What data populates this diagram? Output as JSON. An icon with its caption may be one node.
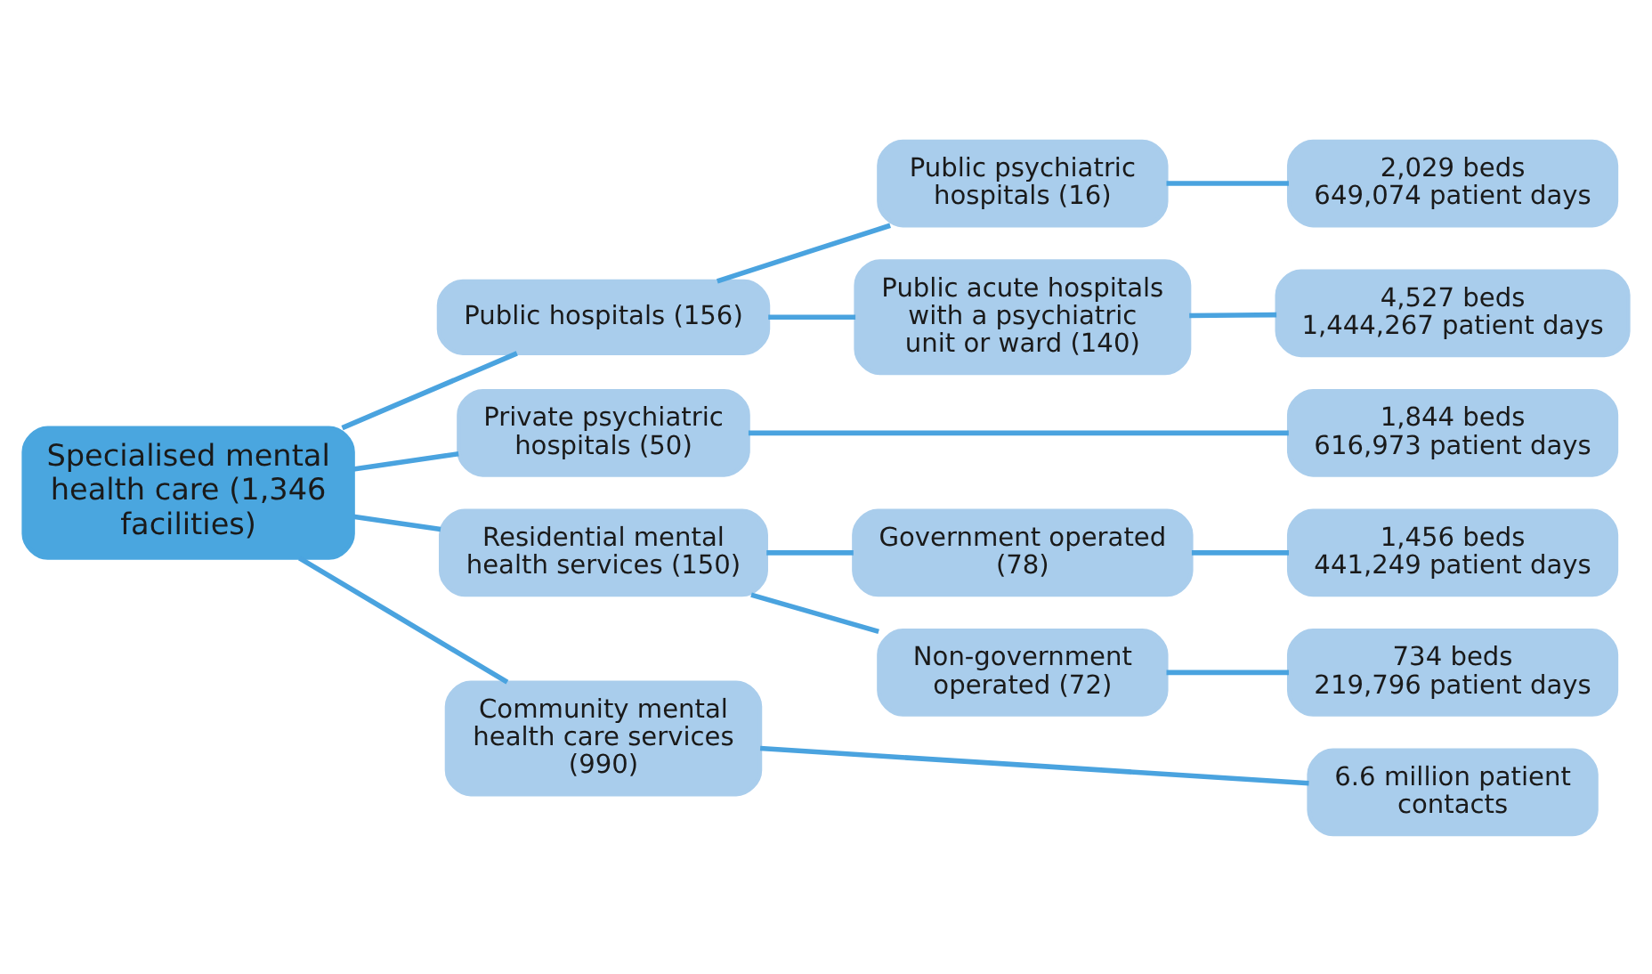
{
  "diagram": {
    "nodes": [
      {
        "text": [
          "Specialised mental health care (1,346 facilities)"
        ]
      },
      {
        "text": [
          "Public hospitals (156)"
        ]
      },
      {
        "text": [
          "Private psychiatric hospitals (50)"
        ]
      },
      {
        "text": [
          "Residential mental health services (150)"
        ]
      },
      {
        "text": [
          "Community mental health care services (990)"
        ]
      },
      {
        "text": [
          "Public psychiatric hospitals (16)"
        ]
      },
      {
        "text": [
          "Public acute hospitals with a psychiatric unit or ward (140)"
        ]
      },
      {
        "text": [
          "Government operated (78)"
        ]
      },
      {
        "text": [
          "Non-government operated (72)"
        ]
      },
      {
        "text": [
          "2,029 beds",
          "649,074 patient days"
        ]
      },
      {
        "text": [
          "4,527 beds",
          "1,444,267 patient days"
        ]
      },
      {
        "text": [
          "1,844 beds",
          "616,973 patient days"
        ]
      },
      {
        "text": [
          "1,456 beds",
          "441,249 patient days"
        ]
      },
      {
        "text": [
          "734 beds",
          "219,796 patient days"
        ]
      },
      {
        "text": [
          "6.6 million patient contacts"
        ]
      }
    ],
    "edges": [
      {
        "from": 0,
        "to": 1,
        "arrow": "none"
      },
      {
        "from": 0,
        "to": 2,
        "arrow": "none"
      },
      {
        "from": 0,
        "to": 3,
        "arrow": "none"
      },
      {
        "from": 0,
        "to": 4,
        "arrow": "none"
      },
      {
        "from": 1,
        "to": 5,
        "arrow": "none"
      },
      {
        "from": 1,
        "to": 6,
        "arrow": "none"
      },
      {
        "from": 3,
        "to": 7,
        "arrow": "none"
      },
      {
        "from": 3,
        "to": 8,
        "arrow": "none"
      },
      {
        "from": 5,
        "to": 9,
        "arrow": "none"
      },
      {
        "from": 6,
        "to": 10,
        "arrow": "none"
      },
      {
        "from": 2,
        "to": 11,
        "arrow": "none"
      },
      {
        "from": 7,
        "to": 12,
        "arrow": "none"
      },
      {
        "from": 8,
        "to": 13,
        "arrow": "none"
      },
      {
        "from": 4,
        "to": 14,
        "arrow": "none"
      }
    ]
  }
}
